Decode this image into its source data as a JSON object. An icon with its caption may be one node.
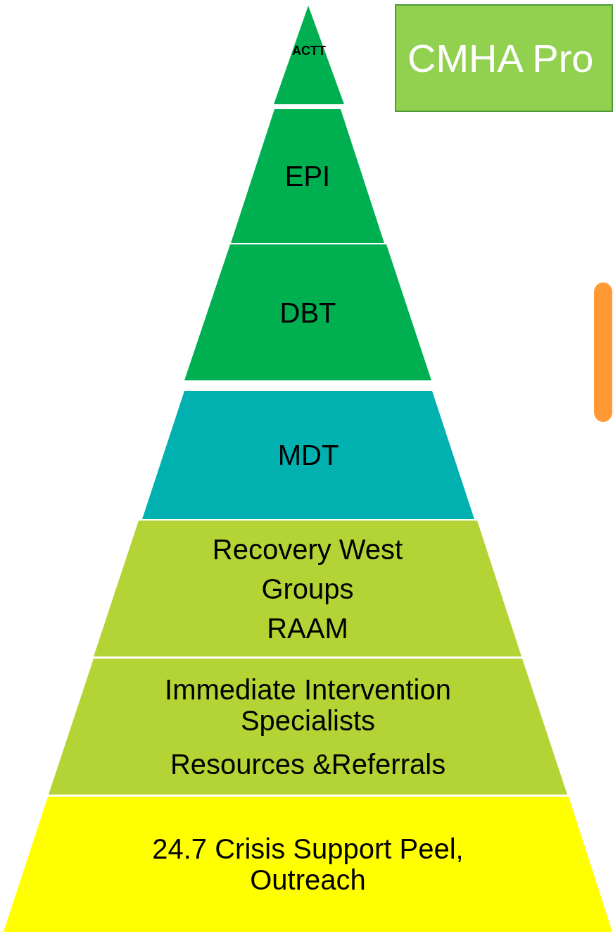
{
  "diagram": {
    "nodes": [
      {
        "text": [
          "ACTT"
        ]
      },
      {
        "text": [
          "EPI"
        ]
      },
      {
        "text": [
          "DBT"
        ]
      },
      {
        "text": [
          "MDT"
        ]
      },
      {
        "text": [
          "Recovery West",
          "Groups",
          "RAAM"
        ]
      },
      {
        "text": [
          "Immediate Intervention Specialists",
          "Resources &Referrals"
        ]
      },
      {
        "text": [
          "24.7 Crisis Support Peel, Outreach"
        ]
      },
      {
        "text": [
          "CMHA Pro"
        ]
      },
      {
        "text": [],
        "shape": "box"
      }
    ],
    "edges": []
  }
}
